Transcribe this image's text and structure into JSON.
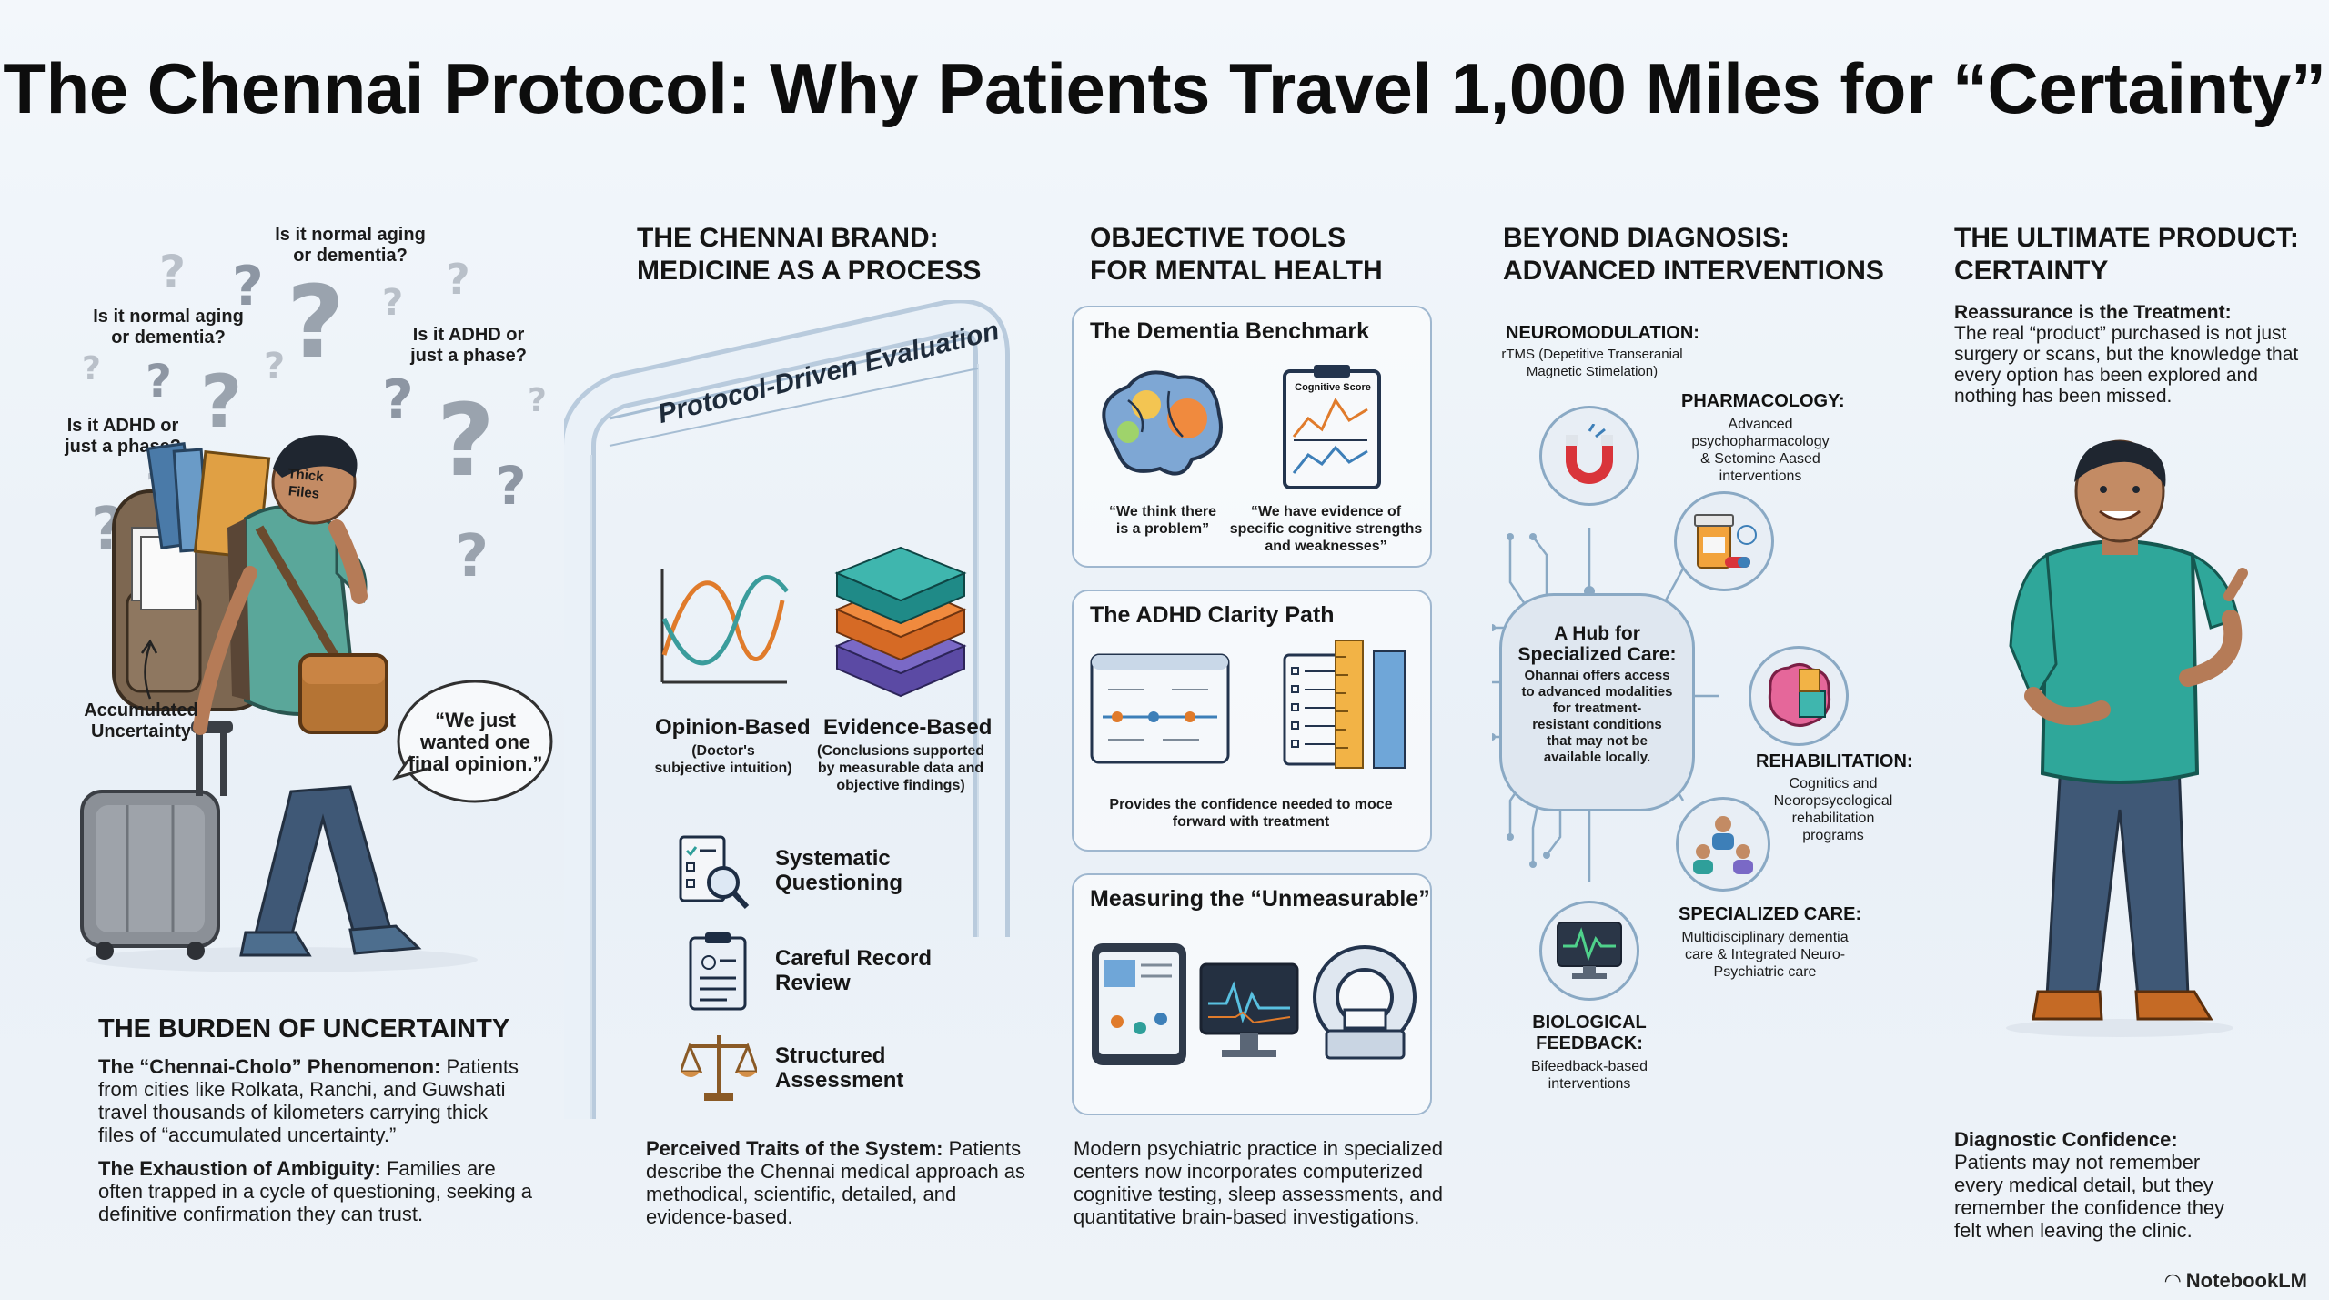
{
  "title": "The Chennai Protocol: Why Patients Travel 1,000 Miles for “Certainty”",
  "col1": {
    "questions": [
      "Is it normal aging\nor dementia?",
      "Is it normal aging\nor dementia?",
      "Is it ADHD or\njust a phase?",
      "Is it ADHD or\njust a phase?"
    ],
    "files_label": "Thick\nFiles",
    "accumulated": "Accumulated\nUncertainty",
    "bubble": "“We just\nwanted one\nfinal opinion.”",
    "heading": "THE BURDEN OF UNCERTAINTY",
    "p1_bold": "The “Chennai-Cholo” Phenomenon:",
    "p1": " Patients from cities like Rolkata, Ranchi, and Guwshati travel thousands of kilometers carrying thick files of “accumulated uncertainty.”",
    "p2_bold": "The Exhaustion of Ambiguity:",
    "p2": " Families are often trapped in a cycle of questioning, seeking a definitive confirmation they can trust."
  },
  "col2": {
    "heading": "THE CHENNAI BRAND:\nMEDICINE AS A PROCESS",
    "arch_label": "Protocol-Driven Evaluation",
    "opinion_label": "Opinion-Based",
    "opinion_sub": "(Doctor's\nsubjective intuition)",
    "evidence_label": "Evidence-Based",
    "evidence_sub": "(Conclusions supported\nby measurable data and\nobjective findings)",
    "steps": [
      "Systematic\nQuestioning",
      "Careful Record\nReview",
      "Structured\nAssessment"
    ],
    "footer_bold": "Perceived Traits of the System:",
    "footer": " Patients describe the Chennai medical approach as methodical, scientific, detailed, and evidence-based."
  },
  "col3": {
    "heading": "OBJECTIVE TOOLS\nFOR MENTAL HEALTH",
    "panel1_title": "The Dementia Benchmark",
    "clipboard_label": "Cognitive Score",
    "quote1": "“We think there\nis a problem”",
    "quote2": "“We have evidence of\nspecific cognitive strengths\nand weaknesses”",
    "panel2_title": "The ADHD Clarity Path",
    "panel2_caption": "Provides the confidence needed to moce\nforward with treatment",
    "panel3_title": "Measuring the “Unmeasurable”",
    "footer": "Modern psychiatric practice in specialized centers now incorporates computerized cognitive testing, sleep assessments, and quantitative brain-based investigations."
  },
  "col4": {
    "heading": "BEYOND DIAGNOSIS:\nADVANCED INTERVENTIONS",
    "neuro_title": "NEUROMODULATION:",
    "neuro_sub": "rTMS (Depetitive Transeranial\nMagnetic Stimelation)",
    "pharma_title": "PHARMACOLOGY:",
    "pharma_sub": "Advanced\npsychopharmacology\n& Setomine Aased\ninterventions",
    "hub_title": "A Hub for\nSpecialized Care:",
    "hub_sub": "Ohannai offers access\nto advanced modalities\nfor treatment-\nresistant conditions\nthat may not be\navailable locally.",
    "rehab_title": "REHABILITATION:",
    "rehab_sub": "Cognitics and\nNeoropsycological\nrehabilitation\nprograms",
    "spec_title": "SPECIALIZED CARE:",
    "spec_sub": "Multidisciplinary dementia\ncare & Integrated Neuro-\nPsychiatric care",
    "bio_title": "BIOLOGICAL\nFEEDBACK:",
    "bio_sub": "Bifeedback-based\ninterventions"
  },
  "col5": {
    "heading": "THE ULTIMATE PRODUCT:\nCERTAINTY",
    "p1_bold": "Reassurance is the Treatment:",
    "p1": "The real “product” purchased is not just surgery or scans, but the knowledge that every option has been explored and nothing has been missed.",
    "p2_bold": "Diagnostic Confidence:",
    "p2": " Patients may not remember every medical detail, but they remember the confidence they felt when leaving the clinic."
  },
  "brand": "NotebookLM",
  "colors": {
    "accent_blue": "#3d7fb8",
    "teal": "#2f9f9a",
    "orange": "#e07b2b",
    "purple": "#6a55b3"
  }
}
